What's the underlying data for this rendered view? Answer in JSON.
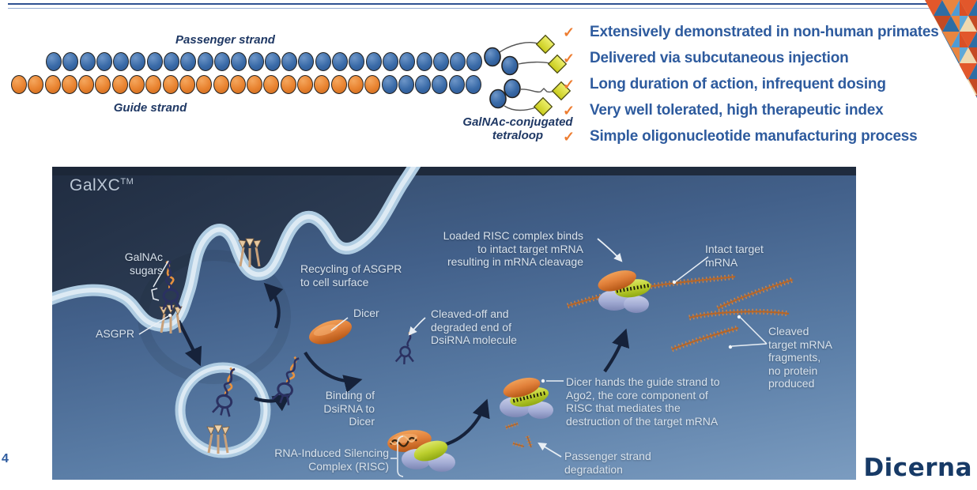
{
  "strands": {
    "passenger_label": "Passenger strand",
    "guide_label": "Guide strand",
    "tetraloop_label": "GalNAc-conjugated\ntetraloop",
    "rows": [
      {
        "name": "passenger",
        "segments": [
          {
            "count": 26,
            "color": "blue"
          }
        ]
      },
      {
        "name": "guide",
        "segments": [
          {
            "count": 22,
            "color": "orange"
          },
          {
            "count": 6,
            "color": "blue"
          }
        ]
      }
    ],
    "colors": {
      "blue": "#3A6BA8",
      "orange": "#E8822F",
      "diamond": "#D9DC33",
      "label_navy": "#1F3864"
    }
  },
  "checklist": {
    "check_glyph": "✓",
    "accent_color": "#ED7D31",
    "text_color": "#2E5B9E",
    "items": [
      "Extensively demonstrated in non-human primates",
      "Delivered via subcutaneous injection",
      "Long duration of action, infrequent dosing",
      "Very well tolerated, high therapeutic index",
      "Simple oligonucleotide manufacturing process"
    ]
  },
  "cell_diagram": {
    "watermark": "GalXC",
    "watermark_sup": "TM",
    "labels": {
      "galnac_sugars": "GalNAc\nsugars",
      "asgpr": "ASGPR",
      "recycling": "Recycling of ASGPR\nto cell surface",
      "dicer": "Dicer",
      "cleaved_off": "Cleaved-off and\ndegraded end of\nDsiRNA molecule",
      "loaded_risc": "Loaded RISC complex binds\nto intact target mRNA\nresulting in mRNA cleavage",
      "binding": "Binding of\nDsiRNA to\nDicer",
      "risc": "RNA-Induced Silencing\nComplex (RISC)",
      "dicer_hands": "Dicer hands the guide strand to\nAgo2, the core component of\nRISC that mediates the\ndestruction of the target mRNA",
      "passenger_degradation": "Passenger strand\ndegradation",
      "intact_mrna": "Intact target\nmRNA",
      "cleaved_fragments": "Cleaved\ntarget mRNA\nfragments,\nno protein\nproduced"
    }
  },
  "footer": {
    "page_number": "4",
    "logo": "Dicerna"
  }
}
